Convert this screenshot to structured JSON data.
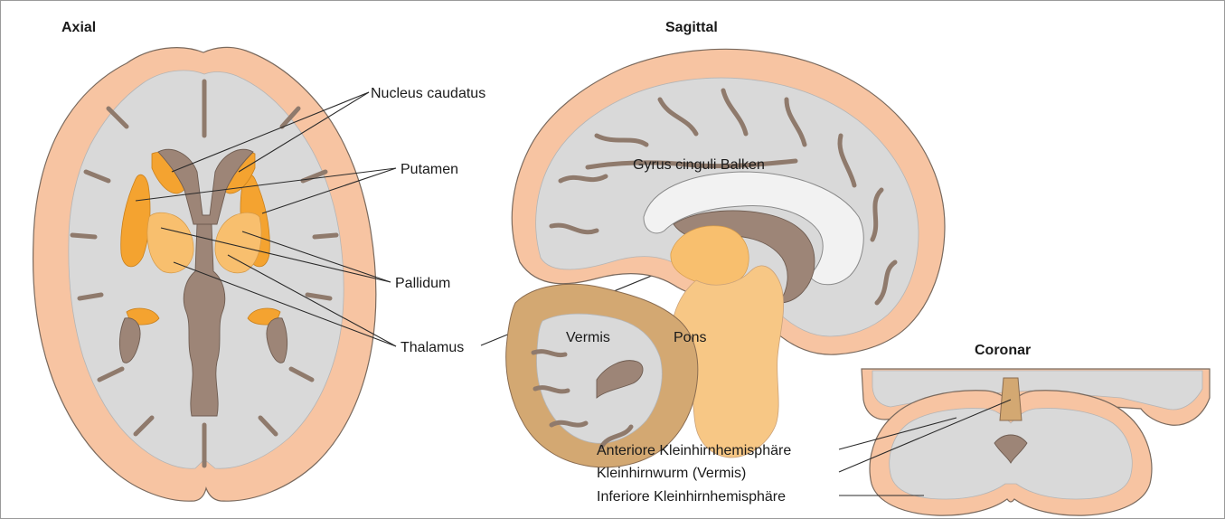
{
  "panels": {
    "axial": {
      "title": "Axial",
      "labels": {
        "nucleus_caudatus": "Nucleus caudatus",
        "putamen": "Putamen",
        "pallidum": "Pallidum",
        "thalamus": "Thalamus"
      }
    },
    "sagittal": {
      "title": "Sagittal",
      "labels": {
        "gyrus_cinguli_balken": "Gyrus cinguli Balken",
        "vermis": "Vermis",
        "pons": "Pons"
      }
    },
    "coronar": {
      "title": "Coronar",
      "labels": {
        "anteriore": "Anteriore Kleinhirnhemisphäre",
        "kleinhirnwurm": "Kleinhirnwurm (Vermis)",
        "inferiore": "Inferiore Kleinhirnhemisphäre"
      }
    }
  },
  "colors": {
    "cortex": "#f7c4a2",
    "white_matter": "#d9d9d9",
    "ventricle": "#9d8577",
    "putamen": "#f4a330",
    "thalamus": "#f8bf6e",
    "pons": "#f7c785",
    "cerebellum_cortex": "#d3a872"
  }
}
